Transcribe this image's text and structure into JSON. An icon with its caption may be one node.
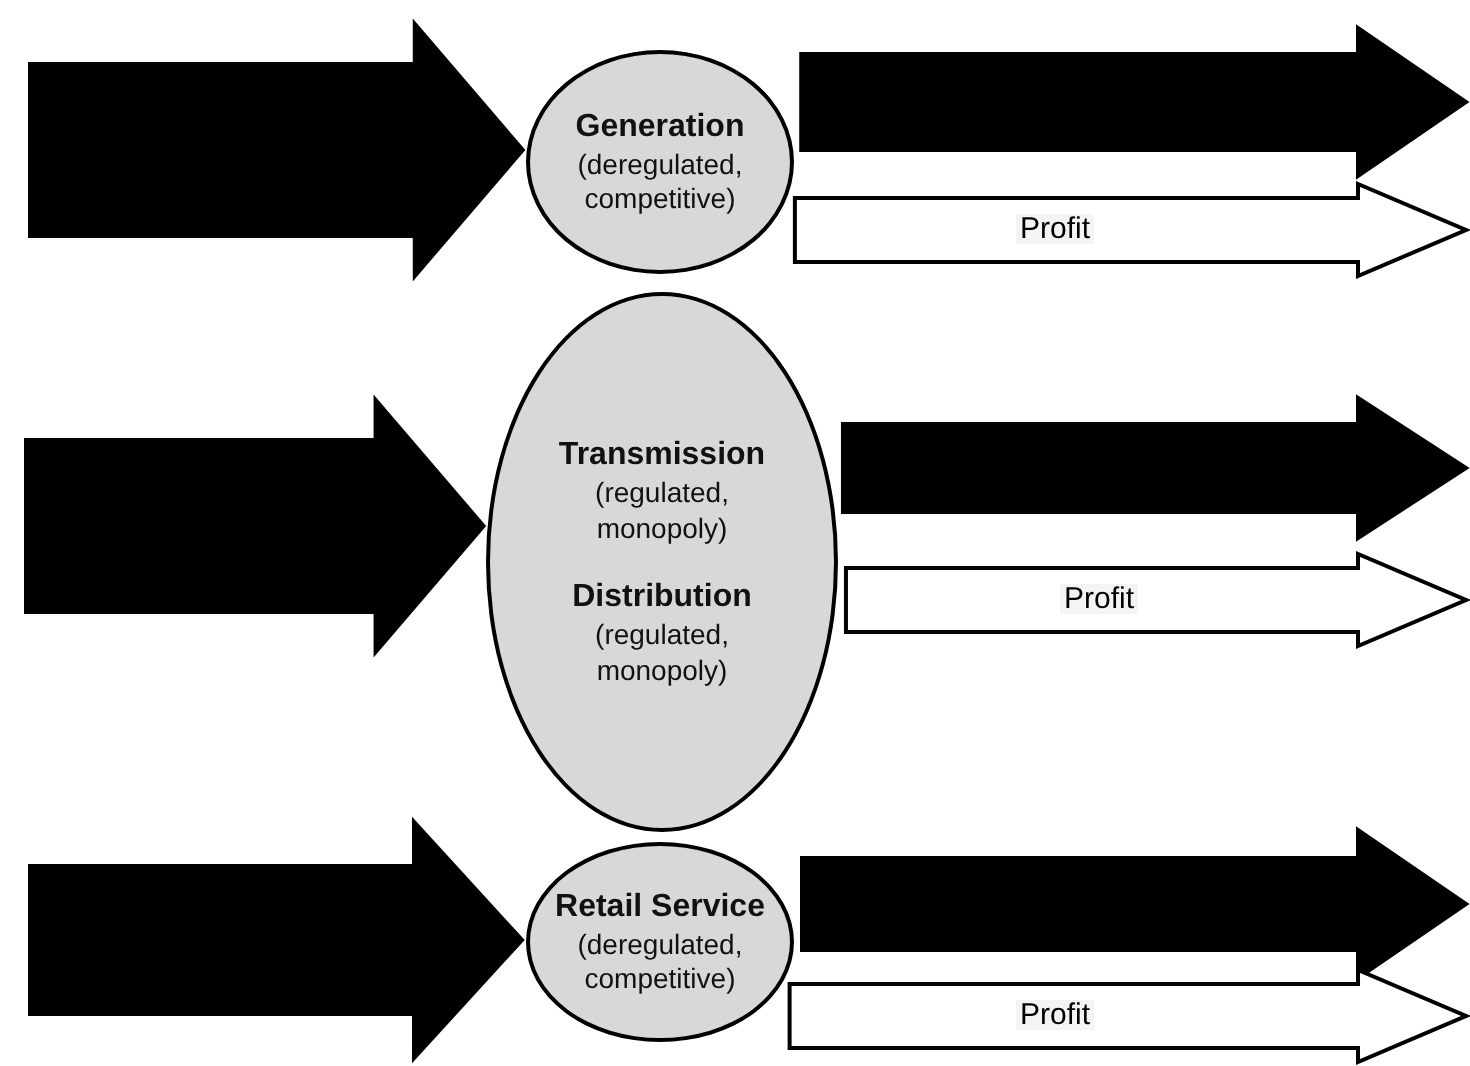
{
  "diagram": {
    "nodes": [
      {
        "text": [
          "Generation",
          "(deregulated, competitive)"
        ]
      },
      {
        "text": [
          "Transmission",
          "(regulated, monopoly)",
          "Distribution",
          "(regulated, monopoly)"
        ]
      },
      {
        "text": [
          "Retail Service",
          "(deregulated, competitive)"
        ]
      }
    ],
    "edges": [
      {
        "from": null,
        "to": 0,
        "arrow": "to",
        "style": "thick"
      },
      {
        "from": 0,
        "to": null,
        "arrow": "to",
        "style": "thick"
      },
      {
        "from": 0,
        "to": null,
        "arrow": "to",
        "style": "thick",
        "label": "Profit",
        "color": "#ffffff"
      },
      {
        "from": null,
        "to": 1,
        "arrow": "to",
        "style": "thick"
      },
      {
        "from": 1,
        "to": null,
        "arrow": "to",
        "style": "thick"
      },
      {
        "from": 1,
        "to": null,
        "arrow": "to",
        "style": "thick",
        "label": "Profit",
        "color": "#ffffff"
      },
      {
        "from": null,
        "to": 2,
        "arrow": "to",
        "style": "thick"
      },
      {
        "from": 2,
        "to": null,
        "arrow": "to",
        "style": "thick"
      },
      {
        "from": 2,
        "to": null,
        "arrow": "to",
        "style": "thick",
        "label": "Profit",
        "color": "#ffffff"
      }
    ]
  }
}
